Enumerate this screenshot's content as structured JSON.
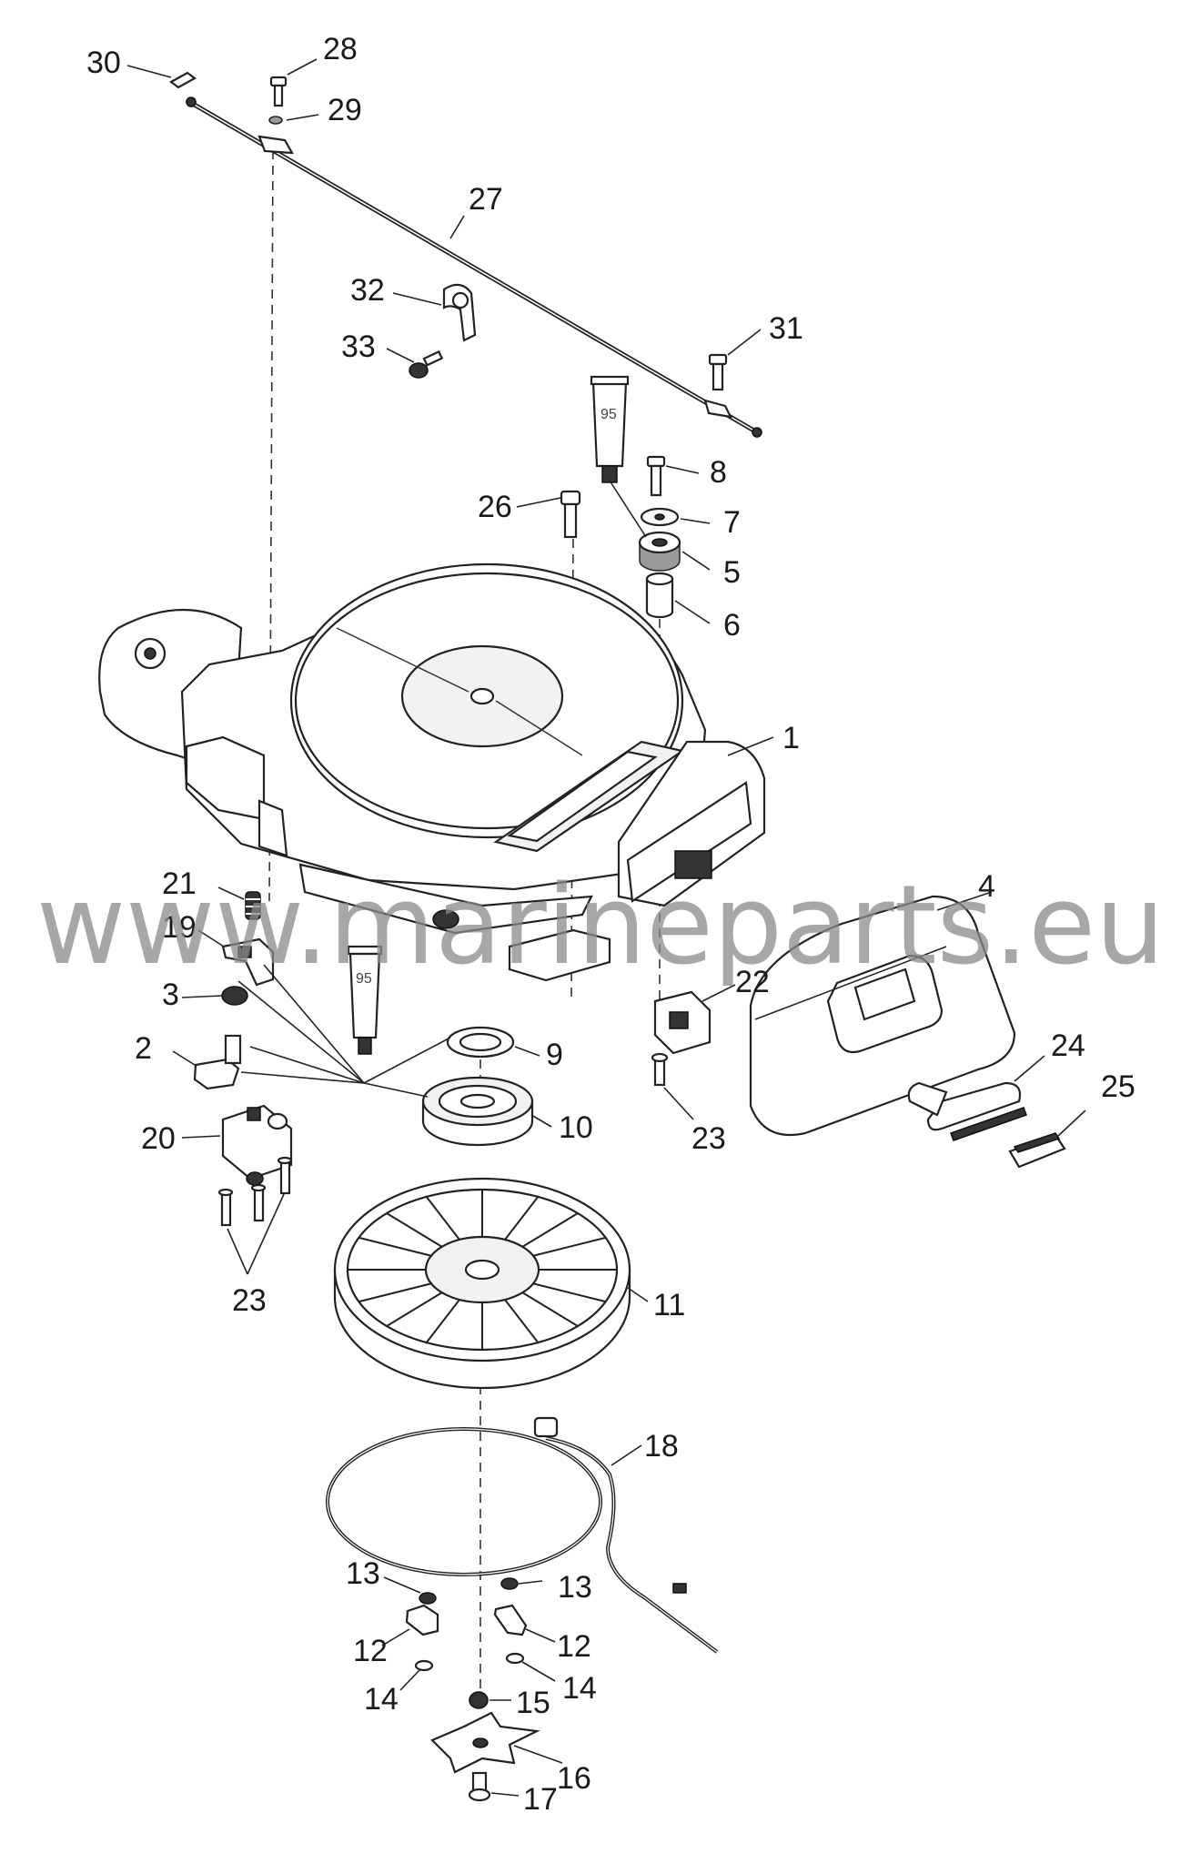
{
  "watermark": "www.marineparts.eu",
  "tube_label": "95",
  "labels": {
    "l30": "30",
    "l28": "28",
    "l29": "29",
    "l27": "27",
    "l32": "32",
    "l33": "33",
    "l31": "31",
    "l8": "8",
    "l26": "26",
    "l7": "7",
    "l5": "5",
    "l6": "6",
    "l1": "1",
    "l4": "4",
    "l21": "21",
    "l19": "19",
    "l3": "3",
    "l22": "22",
    "l2": "2",
    "l9": "9",
    "l24": "24",
    "l25": "25",
    "l10": "10",
    "l23a": "23",
    "l20": "20",
    "l23b": "23",
    "l11": "11",
    "l18": "18",
    "l13a": "13",
    "l13b": "13",
    "l12a": "12",
    "l12b": "12",
    "l14a": "14",
    "l14b": "14",
    "l15": "15",
    "l16": "16",
    "l17": "17"
  }
}
